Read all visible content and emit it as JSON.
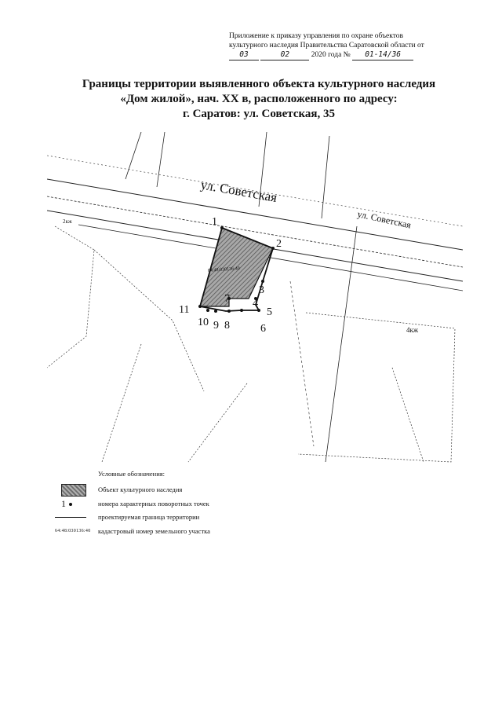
{
  "appendix": {
    "line1": "Приложение к приказу управления по охране объектов",
    "line2": "культурного наследия Правительства Саратовской области от",
    "day": "03",
    "month": "02",
    "year_text": "2020 года №",
    "number": "01-14/36"
  },
  "title": {
    "line1": "Границы территории выявленного объекта культурного наследия",
    "line2": "«Дом жилой», нач. XX в, расположенного по адресу:",
    "line3": "г. Саратов: ул. Советская, 35"
  },
  "map": {
    "street_label": "ул. Советская",
    "street_label_right": "ул. Советская",
    "parcel_label": "64:48:030136:40",
    "building_label_left": "2кж",
    "building_label_right": "4кж",
    "point_labels": [
      "1",
      "2",
      "3",
      "4",
      "5",
      "6",
      "7",
      "8",
      "9",
      "10",
      "11"
    ]
  },
  "legend": {
    "heading": "Условные обозначения:",
    "object_text": "Объект культурного наследия",
    "points_sample": "1",
    "points_text": "номера характерных поворотных точек",
    "boundary_text": "проектируемая граница территории",
    "cadastral_sample": "64:48:030136:40",
    "cadastral_text": "кадастровый номер земельного участка"
  },
  "colors": {
    "ink": "#111111",
    "hatch": "#8a8a8a",
    "paper": "#ffffff"
  }
}
